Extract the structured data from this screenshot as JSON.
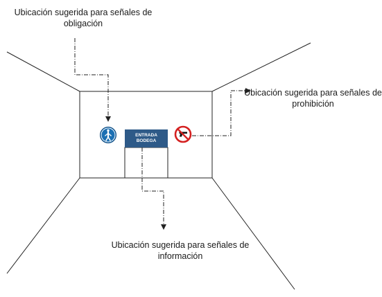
{
  "labels": {
    "obligacion": {
      "line1": "Ubicación sugerida para señales de",
      "line2": "obligación"
    },
    "prohibicion": {
      "line1": "Ubicación sugerida para señales de",
      "line2": "prohibición"
    },
    "informacion": {
      "line1": "Ubicación sugerida para señales de",
      "line2": "información"
    }
  },
  "door_sign": {
    "line1": "ENTRADA",
    "line2": "BODEGA"
  },
  "icons": {
    "obligation": "pedestrian-mandatory-icon",
    "prohibition": "no-firearms-icon"
  },
  "colors": {
    "sign_blue": "#2e5a88",
    "obligation_blue": "#1b6fb3",
    "prohibition_red": "#d42020",
    "line": "#222222"
  }
}
